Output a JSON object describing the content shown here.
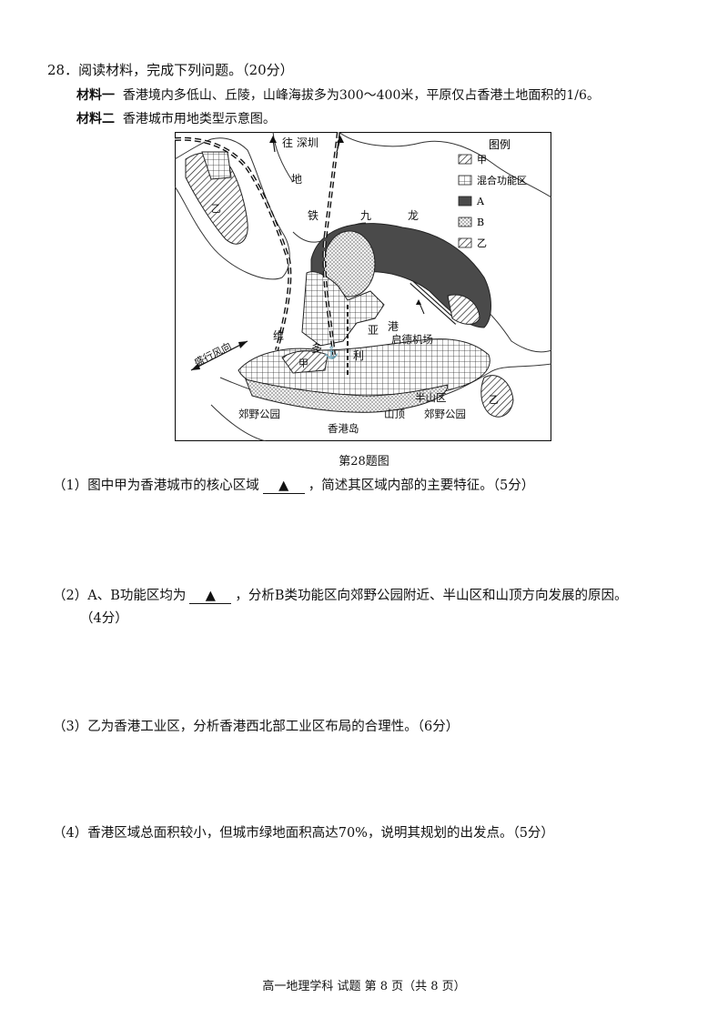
{
  "question": {
    "header": "28．阅读材料，完成下列问题。（20分）",
    "material1_label": "材料一",
    "material1_text": "香港境内多低山、丘陵，山峰海拔多为300～400米，平原仅占香港土地面积的1/6。",
    "material2_label": "材料二",
    "material2_text": "香港城市用地类型示意图。"
  },
  "map": {
    "legend_title": "图例",
    "legend_items": [
      {
        "key": "jia",
        "label": "甲",
        "pattern": "diagonal-hatch"
      },
      {
        "key": "mixed",
        "label": "混合功能区",
        "pattern": "cross-grid"
      },
      {
        "key": "A",
        "label": "A",
        "pattern": "dark-fill",
        "color": "#4a4a4a"
      },
      {
        "key": "B",
        "label": "B",
        "pattern": "dotted"
      },
      {
        "key": "yi",
        "label": "乙",
        "pattern": "diagonal-hatch"
      }
    ],
    "labels": {
      "to_shenzhen": "往 深圳",
      "di": "地",
      "tie": "铁",
      "jiu": "九",
      "long": "龙",
      "wei": "维",
      "duo": "多",
      "li": "利",
      "ya": "亚",
      "gang": "港",
      "airport": "启德机场",
      "wind": "盛行风向",
      "jia_label": "甲",
      "yi_label": "乙",
      "country_park_left": "郊野公园",
      "country_park_right": "郊野公园",
      "mid_levels": "半山区",
      "peak": "山顶",
      "hk_island": "香港岛"
    },
    "caption": "第28题图"
  },
  "subquestions": {
    "q1_pre": "（1）图中甲为香港城市的核心区域",
    "q1_blank": "▲",
    "q1_post": "，简述其区域内部的主要特征。（5分）",
    "q2_pre": "（2）A、B功能区均为",
    "q2_blank": "▲",
    "q2_post": "，分析B类功能区向郊野公园附近、半山区和山顶方向发展的原因。",
    "q2_points": "（4分）",
    "q3": "（3）乙为香港工业区，分析香港西北部工业区布局的合理性。（6分）",
    "q4": "（4）香港区域总面积较小，但城市绿地面积高达70%，说明其规划的出发点。（5分）"
  },
  "footer": "高一地理学科 试题 第 8 页（共 8 页）"
}
